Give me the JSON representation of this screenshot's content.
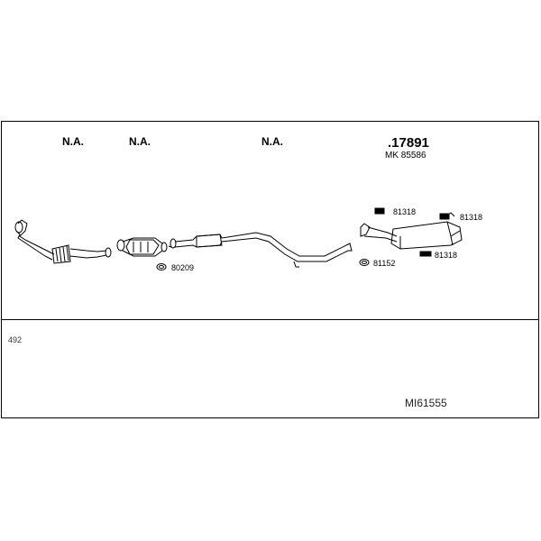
{
  "header": {
    "col1": "N.A.",
    "col2": "N.A.",
    "col3": "N.A.",
    "col4_main": ".17891",
    "col4_sub": "MK 85586"
  },
  "parts": {
    "label_80209": "80209",
    "label_81152": "81152",
    "label_81318_a": "81318",
    "label_81318_b": "81318",
    "label_81318_c": "81318"
  },
  "footer": {
    "left_code": "492",
    "right_code": "MI61555"
  }
}
